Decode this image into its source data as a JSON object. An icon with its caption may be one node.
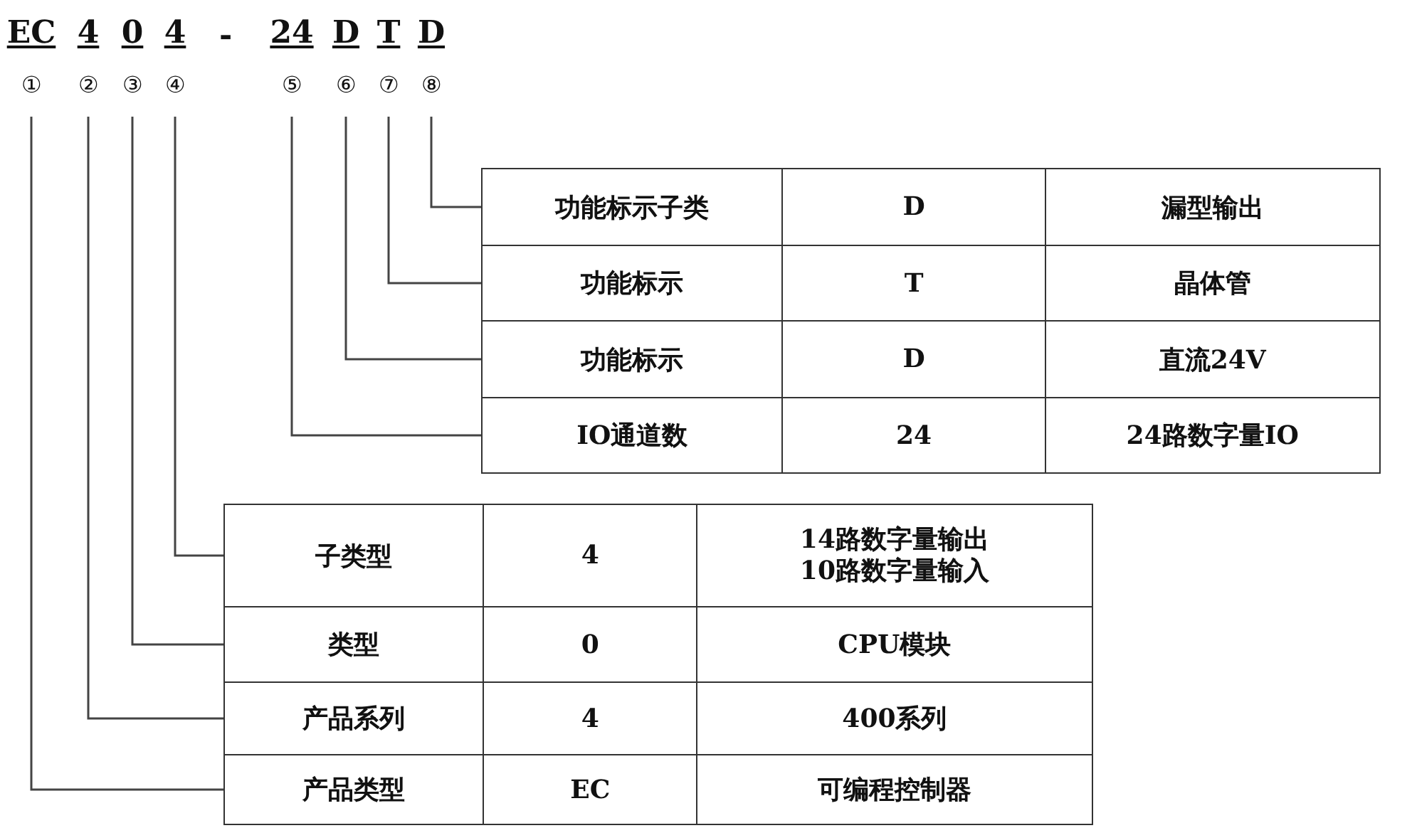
{
  "diagram": {
    "nodes": [
      {
        "text": [
          "EC",
          "①"
        ]
      },
      {
        "text": [
          "4",
          "②"
        ]
      },
      {
        "text": [
          "0",
          "③"
        ]
      },
      {
        "text": [
          "4",
          "④"
        ]
      },
      {
        "text": [
          "24",
          "⑤"
        ]
      },
      {
        "text": [
          "D",
          "⑥"
        ]
      },
      {
        "text": [
          "T",
          "⑦"
        ]
      },
      {
        "text": [
          "D",
          "⑧"
        ]
      },
      {
        "text": [
          "功能标示子类",
          "D",
          "漏型输出"
        ]
      },
      {
        "text": [
          "功能标示",
          "T",
          "晶体管"
        ]
      },
      {
        "text": [
          "功能标示",
          "D",
          "直流24V"
        ]
      },
      {
        "text": [
          "IO通道数",
          "24",
          "24路数字量IO"
        ]
      },
      {
        "text": [
          "子类型",
          "4",
          "14路数字量输出10路数字量输入"
        ]
      },
      {
        "text": [
          "类型",
          "0",
          "CPU模块"
        ]
      },
      {
        "text": [
          "产品系列",
          "4",
          "400系列"
        ]
      },
      {
        "text": [
          "产品类型",
          "EC",
          "可编程控制器"
        ]
      }
    ],
    "edges": [
      {
        "from": 7,
        "to": 8,
        "arrow": "none"
      },
      {
        "from": 6,
        "to": 9,
        "arrow": "none"
      },
      {
        "from": 5,
        "to": 10,
        "arrow": "none"
      },
      {
        "from": 4,
        "to": 11,
        "arrow": "none"
      },
      {
        "from": 3,
        "to": 12,
        "arrow": "none"
      },
      {
        "from": 2,
        "to": 13,
        "arrow": "none"
      },
      {
        "from": 1,
        "to": 14,
        "arrow": "none"
      },
      {
        "from": 0,
        "to": 15,
        "arrow": "none"
      }
    ],
    "labels": [
      "-"
    ]
  }
}
